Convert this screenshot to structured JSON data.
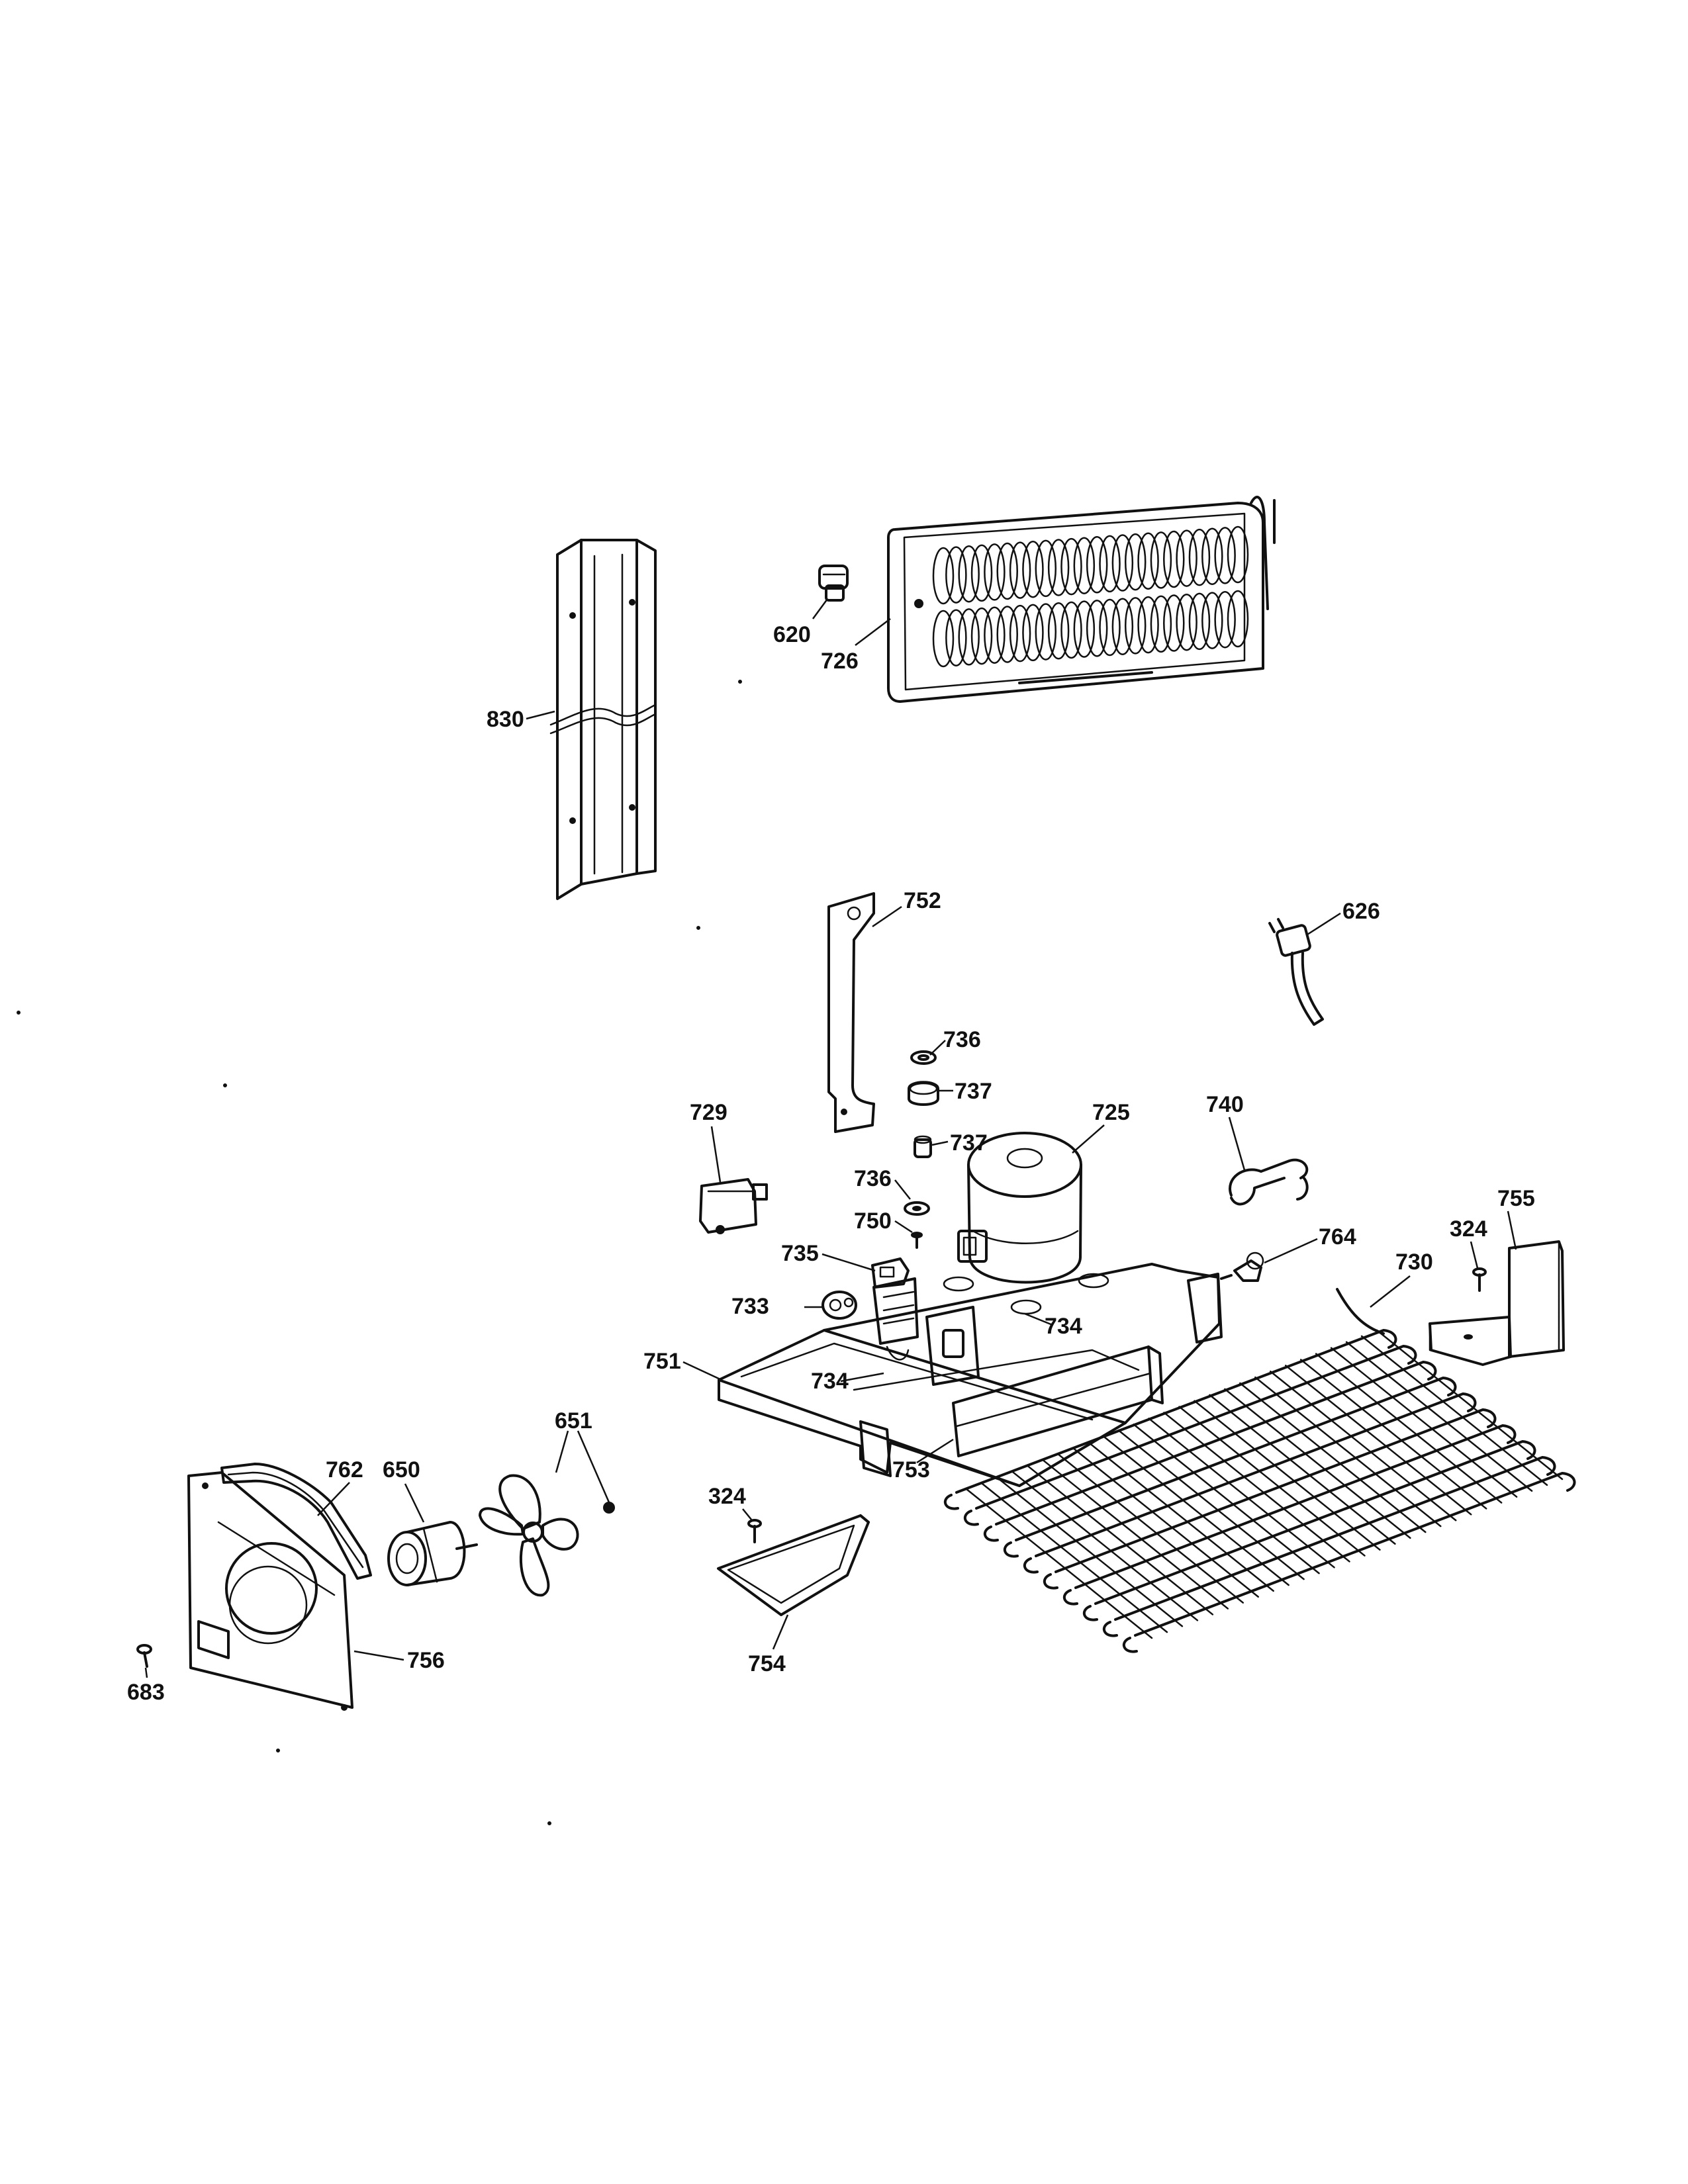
{
  "labels": {
    "p830": "830",
    "p620": "620",
    "p726": "726",
    "p752": "752",
    "p626": "626",
    "p736a": "736",
    "p737a": "737",
    "p737b": "737",
    "p736b": "736",
    "p729": "729",
    "p750": "750",
    "p725": "725",
    "p740": "740",
    "p755": "755",
    "p764": "764",
    "p324a": "324",
    "p730": "730",
    "p735": "735",
    "p733": "733",
    "p734a": "734",
    "p751": "751",
    "p734b": "734",
    "p651": "651",
    "p762": "762",
    "p650": "650",
    "p324b": "324",
    "p753": "753",
    "p756": "756",
    "p754": "754",
    "p683": "683"
  },
  "colors": {
    "ink": "#111111",
    "paper": "#ffffff"
  }
}
